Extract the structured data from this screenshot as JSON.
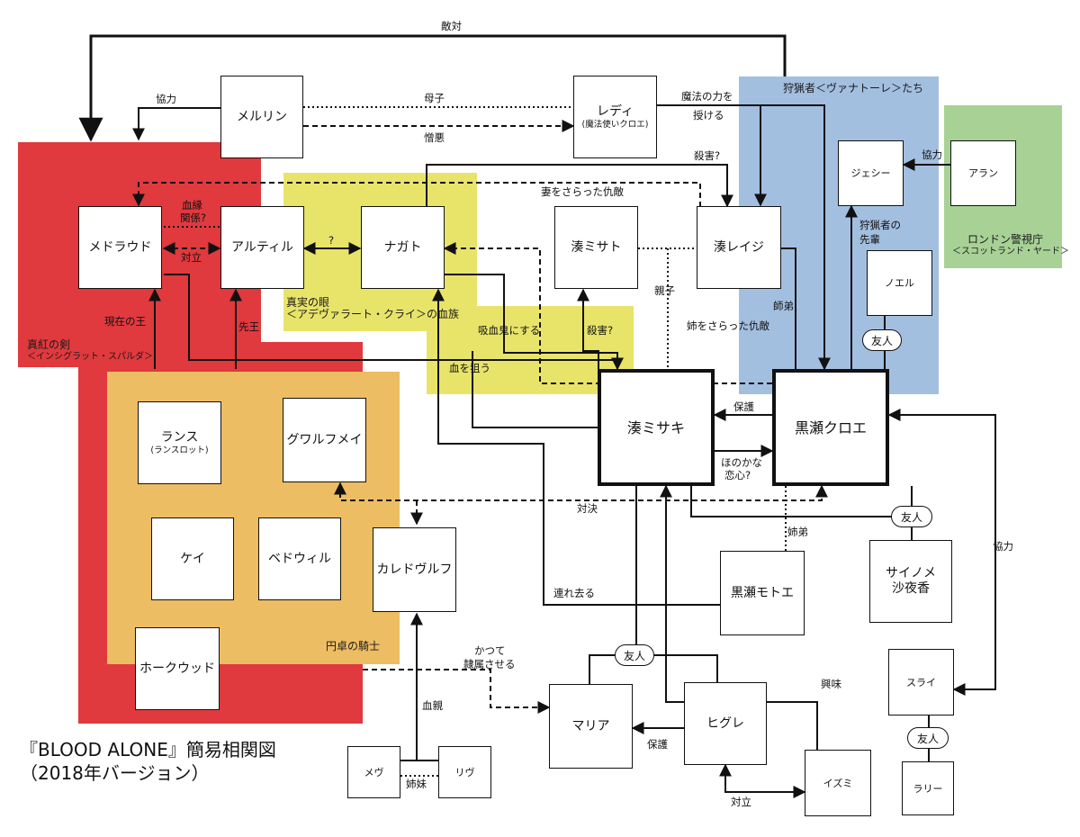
{
  "title": {
    "line1": "『BLOOD ALONE』簡易相関図",
    "line2": "（2018年バージョン）"
  },
  "colors": {
    "crimson_zone": "#e0393e",
    "round_table_zone": "#edbd63",
    "true_eye_zone": "#e8e46a",
    "hunters_zone": "#a3bfe0",
    "scotland_yard_zone": "#a8d196",
    "line": "#111111"
  },
  "zones": {
    "crimson_label": "真紅の剣",
    "crimson_sub": "＜インシグラット・スパルダ＞",
    "round_table_label": "円卓の騎士",
    "true_eye_label": "真実の眼",
    "true_eye_sub": "＜アデヴァラート・クライ＞の血族",
    "hunters_label": "狩猟者＜ヴァナトーレ＞たち",
    "scotland_yard_label": "ロンドン警視庁",
    "scotland_yard_sub": "＜スコットランド・ヤード＞"
  },
  "characters": {
    "merlin": "メルリン",
    "lady": "レディ",
    "lady_sub": "(魔法使いクロエ)",
    "medraud": "メドラウド",
    "artyl": "アルティル",
    "nagato": "ナガト",
    "misato": "湊ミサト",
    "reiji": "湊レイジ",
    "jessie": "ジェシー",
    "alan": "アラン",
    "noel": "ノエル",
    "misaki": "湊ミサキ",
    "kuroe": "黒瀬クロエ",
    "motoe": "黒瀬モトエ",
    "sainome_1": "サイノメ",
    "sainome_2": "沙夜香",
    "lance": "ランス",
    "lance_sub": "(ランスロット)",
    "gwalfmei": "グワルフメイ",
    "kay": "ケイ",
    "bedwil": "ベドウィル",
    "caledvulf": "カレドヴルフ",
    "hawkwood": "ホークウッド",
    "maria": "マリア",
    "higure": "ヒグレ",
    "izumi": "イズミ",
    "sly": "スライ",
    "larry": "ラリー",
    "mev": "メヴ",
    "riv": "リヴ"
  },
  "relations": {
    "hostile": "敵対",
    "cooperate_1": "協力",
    "mother_child": "母子",
    "hatred": "憎悪",
    "gives_magic_1": "魔法の力を",
    "gives_magic_2": "授ける",
    "murder_1": "殺害?",
    "wife_stolen": "妻をさらった仇敵",
    "blood_rel_1": "血縁",
    "blood_rel_2": "関係?",
    "oppose_1": "対立",
    "question": "?",
    "parent_child": "親子",
    "senior_hunter_1": "狩猟者の",
    "senior_hunter_2": "先輩",
    "cooperate_2": "協力",
    "current_king": "現在の王",
    "former_king": "先王",
    "master_pupil": "師弟",
    "sister_stolen": "姉をさらった仇敵",
    "make_vampire": "吸血鬼にする",
    "murder_2": "殺害?",
    "target_blood": "血を狙う",
    "friend_1": "友人",
    "protect_1": "保護",
    "faint_love_1": "ほのかな",
    "faint_love_2": "恋心?",
    "duel": "対決",
    "friend_2": "友人",
    "siblings_ks": "姉弟",
    "cooperate_3": "協力",
    "take_away": "連れ去る",
    "former_servant_1": "かつて",
    "former_servant_2": "隷属させる",
    "friend_3": "友人",
    "interest": "興味",
    "blood_parent": "血親",
    "protect_2": "保護",
    "sisters": "姉妹",
    "oppose_2": "対立",
    "friend_4": "友人"
  }
}
